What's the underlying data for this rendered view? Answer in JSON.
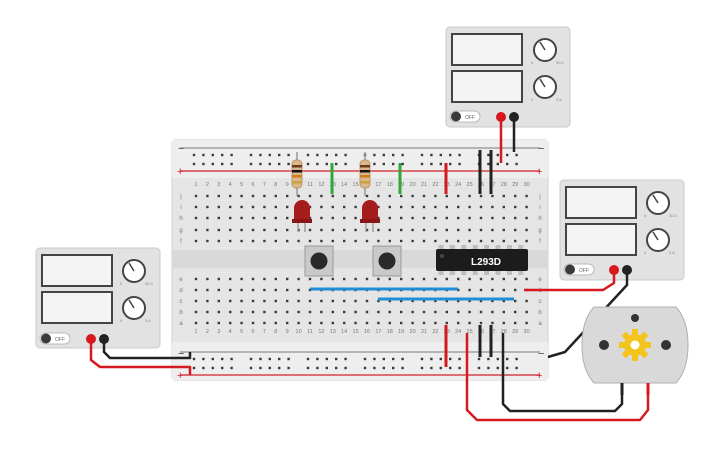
{
  "breadboard": {
    "columns": [
      "1",
      "2",
      "3",
      "4",
      "5",
      "6",
      "7",
      "8",
      "9",
      "10",
      "11",
      "12",
      "13",
      "14",
      "15",
      "16",
      "17",
      "18",
      "19",
      "20",
      "21",
      "22",
      "23",
      "24",
      "25",
      "26",
      "27",
      "28",
      "29",
      "30"
    ],
    "rows_top": [
      "j",
      "i",
      "h",
      "g",
      "f"
    ],
    "rows_bottom": [
      "e",
      "d",
      "c",
      "b",
      "a"
    ],
    "rail_minus": "−",
    "rail_plus": "+"
  },
  "chip": {
    "label": "L293D"
  },
  "power_supplies": [
    {
      "id": "top",
      "off_label": "OFF",
      "knob_labels": [
        "0",
        "30.0",
        "0",
        "3 A"
      ]
    },
    {
      "id": "right",
      "off_label": "OFF",
      "knob_labels": [
        "0",
        "30.0",
        "0",
        "3 A"
      ]
    },
    {
      "id": "left",
      "off_label": "OFF",
      "knob_labels": [
        "0",
        "30.0",
        "0",
        "3 A"
      ]
    }
  ],
  "colors": {
    "board": "#e8e8e8",
    "rail_red": "#d0202a",
    "wire_red": "#d6181f",
    "wire_black": "#222222",
    "wire_green": "#2fa83a",
    "wire_blue": "#1e8fd6",
    "led_red": "#a51c1c",
    "chip": "#1c1c1c",
    "motor_gear": "#f3c51c"
  },
  "icons": [
    "breadboard-icon",
    "resistor-icon",
    "led-icon",
    "pushbutton-icon",
    "ic-chip-icon",
    "dc-motor-icon",
    "power-supply-icon"
  ]
}
